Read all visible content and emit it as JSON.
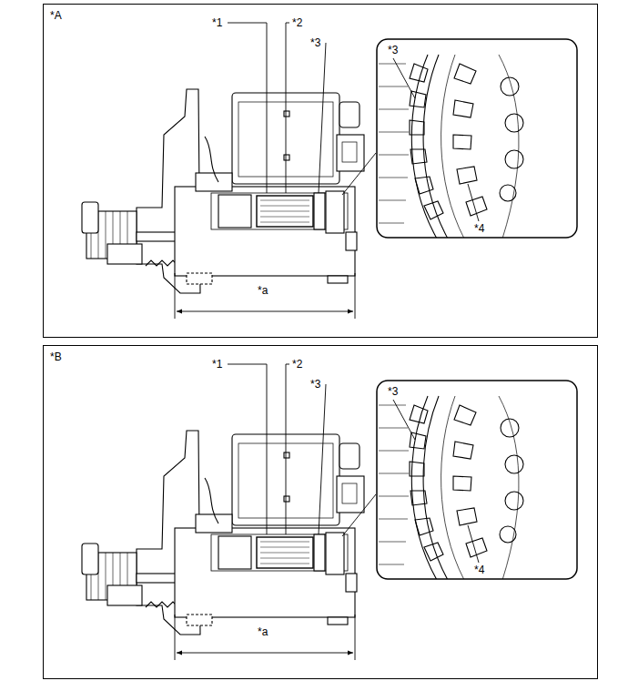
{
  "diagram": {
    "nodes": [
      {
        "text": [
          "*A"
        ]
      },
      {
        "text": [
          "*B"
        ]
      }
    ],
    "labels": [
      "*1",
      "*2",
      "*3",
      "*3",
      "*4",
      "*a",
      "*1",
      "*2",
      "*3",
      "*3",
      "*4",
      "*a"
    ]
  }
}
